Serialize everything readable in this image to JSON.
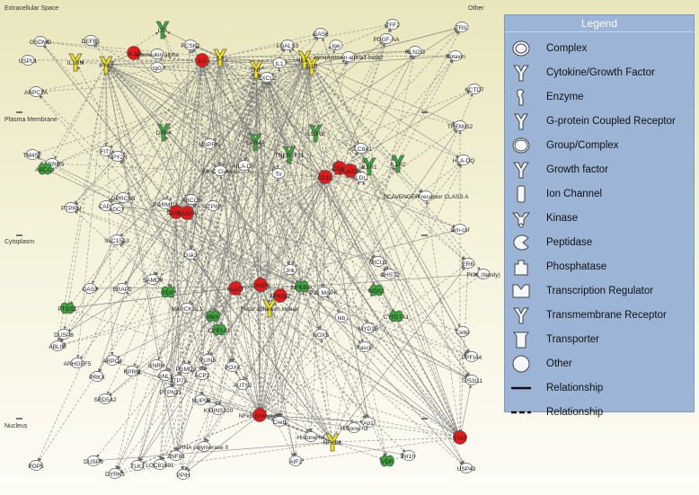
{
  "regions": {
    "extracellular": "Extracellular Space",
    "other": "Other",
    "plasma_membrane": "Plasma Membrane",
    "cytoplasm": "Cytoplasm",
    "nucleus": "Nucleus"
  },
  "legend": {
    "title": "Legend",
    "items": [
      {
        "label": "Complex",
        "icon": "complex-icon"
      },
      {
        "label": "Cytokine/Growth Factor",
        "icon": "cytokine-icon"
      },
      {
        "label": "Enzyme",
        "icon": "enzyme-icon"
      },
      {
        "label": "G-protein Coupled Receptor",
        "icon": "gpcr-icon"
      },
      {
        "label": "Group/Complex",
        "icon": "group-complex-icon"
      },
      {
        "label": "Growth factor",
        "icon": "growth-factor-icon"
      },
      {
        "label": "Ion Channel",
        "icon": "ion-channel-icon"
      },
      {
        "label": "Kinase",
        "icon": "kinase-icon"
      },
      {
        "label": "Peptidase",
        "icon": "peptidase-icon"
      },
      {
        "label": "Phosphatase",
        "icon": "phosphatase-icon"
      },
      {
        "label": "Transcription Regulator",
        "icon": "transcription-regulator-icon"
      },
      {
        "label": "Transmembrane Receptor",
        "icon": "transmembrane-receptor-icon"
      },
      {
        "label": "Transporter",
        "icon": "transporter-icon"
      },
      {
        "label": "Other",
        "icon": "other-icon"
      },
      {
        "label": "Relationship",
        "icon": "solid-line-icon"
      },
      {
        "label": "Relationship",
        "icon": "dashed-line-icon"
      }
    ]
  },
  "colors": {
    "upregulated": "#e31a1a",
    "highlighted": "#f2e21a",
    "downregulated": "#3aa83a",
    "neutral": "#ffffff",
    "edge": "#7a7a7a"
  },
  "nodes": [
    {
      "id": "TFF2",
      "label": "TFF2",
      "color": "white"
    },
    {
      "id": "TRIL",
      "label": "TRIL",
      "color": "white"
    },
    {
      "id": "GSDMD",
      "label": "GSDMD",
      "color": "white"
    },
    {
      "id": "DEFB1",
      "label": "DEFB1",
      "color": "white"
    },
    {
      "id": "LTA",
      "label": "LTA",
      "color": "green"
    },
    {
      "id": "PCSK2",
      "label": "PCSK2",
      "color": "white"
    },
    {
      "id": "GAS6",
      "label": "GAS6",
      "color": "white"
    },
    {
      "id": "PDGFAA",
      "label": "PDGF-AA",
      "color": "white"
    },
    {
      "id": "USPL1",
      "label": "USPL1",
      "color": "white"
    },
    {
      "id": "IL1RN",
      "label": "IL1RN",
      "color": "yellow"
    },
    {
      "id": "IFNG",
      "label": "IFNG",
      "color": "yellow"
    },
    {
      "id": "IL12",
      "label": "IL12",
      "color": "red"
    },
    {
      "id": "IL6",
      "label": "IL6",
      "color": "red"
    },
    {
      "id": "IL8",
      "label": "IL8",
      "color": "yellow"
    },
    {
      "id": "TNF",
      "label": "TNF",
      "color": "yellow"
    },
    {
      "id": "IL1",
      "label": "IL1",
      "color": "white"
    },
    {
      "id": "IL15",
      "label": "IL15",
      "color": "yellow"
    },
    {
      "id": "IL1B",
      "label": "IL1B",
      "color": "yellow"
    },
    {
      "id": "CXCL2",
      "label": "CXCL2",
      "color": "white"
    },
    {
      "id": "LGALS3",
      "label": "LGALS3",
      "color": "white"
    },
    {
      "id": "INTERLEUKIN",
      "label": "Interleukin alpha",
      "color": "white"
    },
    {
      "id": "IGG",
      "label": "IgG",
      "color": "white"
    },
    {
      "id": "IGE",
      "label": "Ige",
      "color": "white"
    },
    {
      "id": "LYMPHO",
      "label": "Lymphotoxin-alpha1-beta2",
      "color": "white"
    },
    {
      "id": "RLN2",
      "label": "RLN2/3",
      "color": "white"
    },
    {
      "id": "EOTAXIN",
      "label": "Eotaxin",
      "color": "white"
    },
    {
      "id": "ARPC1A",
      "label": "ARPC1A",
      "color": "white"
    },
    {
      "id": "KCTD7",
      "label": "KCTD7",
      "color": "white"
    },
    {
      "id": "THEMIS2",
      "label": "THEMIS2",
      "color": "white"
    },
    {
      "id": "TM4SF",
      "label": "TM4SF",
      "color": "white"
    },
    {
      "id": "DPP4",
      "label": "DPP4",
      "color": "green"
    },
    {
      "id": "CPR44",
      "label": "CPR44",
      "color": "green"
    },
    {
      "id": "IL10RB",
      "label": "IL10RB",
      "color": "green"
    },
    {
      "id": "TNFRSF11",
      "label": "TNFRSF11",
      "color": "green"
    },
    {
      "id": "SLC8A1",
      "label": "SLC8A1",
      "color": "white"
    },
    {
      "id": "IL1R1",
      "label": "IL1R1",
      "color": "green"
    },
    {
      "id": "IL1R2",
      "label": "IL1R2",
      "color": "green"
    },
    {
      "id": "HLADQ",
      "label": "HLA-DQ",
      "color": "white"
    },
    {
      "id": "FIT1",
      "label": "FIT1",
      "color": "white"
    },
    {
      "id": "NPY2R",
      "label": "NPY2R",
      "color": "white"
    },
    {
      "id": "MSPRN",
      "label": "MSPRN",
      "color": "white"
    },
    {
      "id": "SARRES",
      "label": "SARRES",
      "color": "white"
    },
    {
      "id": "ABCC4",
      "label": "ABCC4",
      "color": "green"
    },
    {
      "id": "MHCII",
      "label": "MHC Class II",
      "color": "white"
    },
    {
      "id": "HLADR",
      "label": "HLA-DR",
      "color": "white"
    },
    {
      "id": "TLR",
      "label": "Tlr",
      "color": "white"
    },
    {
      "id": "CD1C",
      "label": "CD1C",
      "color": "red"
    },
    {
      "id": "CD40",
      "label": "CD40",
      "color": "red"
    },
    {
      "id": "LDL",
      "label": "LDL",
      "color": "white"
    },
    {
      "id": "PLA2G4",
      "label": "PLA2G4",
      "color": "red"
    },
    {
      "id": "GPRC5B",
      "label": "GPRC5B",
      "color": "white"
    },
    {
      "id": "CAP2",
      "label": "CAP2",
      "color": "white"
    },
    {
      "id": "PGRMC1",
      "label": "PGRMC1",
      "color": "white"
    },
    {
      "id": "ABCC9",
      "label": "ABCC9",
      "color": "white"
    },
    {
      "id": "ATP8B",
      "label": "ATP8B",
      "color": "white"
    },
    {
      "id": "PTPRN",
      "label": "PTPRN",
      "color": "white"
    },
    {
      "id": "ADCY",
      "label": "ADCY",
      "color": "white"
    },
    {
      "id": "CASP1",
      "label": "CASP1",
      "color": "red"
    },
    {
      "id": "CASP4",
      "label": "CASP4",
      "color": "red"
    },
    {
      "id": "SCAVENGER",
      "label": "SCAVENGER receptor CLASS A",
      "color": "white"
    },
    {
      "id": "GMCSF",
      "label": "Gm-csf",
      "color": "white"
    },
    {
      "id": "GSK3",
      "label": "Gsk3",
      "color": "white"
    },
    {
      "id": "SLC15A3",
      "label": "SLC15A3",
      "color": "white"
    },
    {
      "id": "ERK",
      "label": "ERK",
      "color": "white"
    },
    {
      "id": "MICU1",
      "label": "MICU1",
      "color": "white"
    },
    {
      "id": "CHST2",
      "label": "CHST2",
      "color": "white"
    },
    {
      "id": "PI3K",
      "label": "PI3K (family)",
      "color": "white"
    },
    {
      "id": "OAS3",
      "label": "OAS3",
      "color": "white"
    },
    {
      "id": "ERAP2",
      "label": "ERAP2",
      "color": "white"
    },
    {
      "id": "SAMD9",
      "label": "SAMD9",
      "color": "white"
    },
    {
      "id": "PTGS1",
      "label": "PTGS1",
      "color": "green"
    },
    {
      "id": "PDP",
      "label": "PDP",
      "color": "green"
    },
    {
      "id": "MARCKSL1",
      "label": "MARCKSL1",
      "color": "white"
    },
    {
      "id": "HSP27",
      "label": "Hsp27",
      "color": "red"
    },
    {
      "id": "CASP8",
      "label": "CASP8",
      "color": "red"
    },
    {
      "id": "JNK",
      "label": "Jnk",
      "color": "white"
    },
    {
      "id": "NFKBIA",
      "label": "NFKBIA",
      "color": "green"
    },
    {
      "id": "NFKBIZ",
      "label": "NFKBIZ",
      "color": "red"
    },
    {
      "id": "FOCAL",
      "label": "Focal adhesion kinase",
      "color": "yellow"
    },
    {
      "id": "P38",
      "label": "P38 MAPK",
      "color": "white"
    },
    {
      "id": "NOS2",
      "label": "NOS2",
      "color": "green"
    },
    {
      "id": "CYP27A1",
      "label": "CYP27A1",
      "color": "green"
    },
    {
      "id": "CYP1A1",
      "label": "CYP1A1",
      "color": "green"
    },
    {
      "id": "BMX",
      "label": "BMX",
      "color": "green"
    },
    {
      "id": "CEBP",
      "label": "Cebp",
      "color": "white"
    },
    {
      "id": "DUSP8",
      "label": "DUSP8",
      "color": "white"
    },
    {
      "id": "ABLIM",
      "label": "ABLIM",
      "color": "white"
    },
    {
      "id": "NOX5",
      "label": "NOX5",
      "color": "white"
    },
    {
      "id": "IKB",
      "label": "Ikb",
      "color": "white"
    },
    {
      "id": "MYD1E",
      "label": "MYD1E",
      "color": "white"
    },
    {
      "id": "PPFIA4",
      "label": "PPFIA4",
      "color": "white"
    },
    {
      "id": "ARHGEF5",
      "label": "ARHGEF5",
      "color": "white"
    },
    {
      "id": "ARPC4",
      "label": "ARPC4",
      "color": "white"
    },
    {
      "id": "PRKX",
      "label": "PRKX",
      "color": "white"
    },
    {
      "id": "RPRM",
      "label": "RPRM",
      "color": "white"
    },
    {
      "id": "GNRH",
      "label": "GNRH",
      "color": "white"
    },
    {
      "id": "PSMD3",
      "label": "PSMD3",
      "color": "white"
    },
    {
      "id": "ACP2",
      "label": "ACP2",
      "color": "white"
    },
    {
      "id": "PLIN3",
      "label": "PLIN3",
      "color": "white"
    },
    {
      "id": "POXK",
      "label": "POXK",
      "color": "white"
    },
    {
      "id": "PASCIN",
      "label": "Pascin",
      "color": "white"
    },
    {
      "id": "ATP7A",
      "label": "ATP7A",
      "color": "white"
    },
    {
      "id": "GNLY",
      "label": "GNLY",
      "color": "white"
    },
    {
      "id": "AUTS2",
      "label": "AUTS2",
      "color": "white"
    },
    {
      "id": "TP53I11",
      "label": "TP53I11",
      "color": "white"
    },
    {
      "id": "SRD5A2",
      "label": "SRD5A2",
      "color": "white"
    },
    {
      "id": "PTPN21",
      "label": "PTPN21",
      "color": "white"
    },
    {
      "id": "NUP98",
      "label": "NUP98",
      "color": "white"
    },
    {
      "id": "KIDINS220",
      "label": "KIDINS220",
      "color": "white"
    },
    {
      "id": "NFKB",
      "label": "NFkB (complex)",
      "color": "red"
    },
    {
      "id": "CREB",
      "label": "Creb",
      "color": "white"
    },
    {
      "id": "NFKB1",
      "label": "NFKB1",
      "color": "yellow"
    },
    {
      "id": "AP1",
      "label": "Ap1",
      "color": "white"
    },
    {
      "id": "H3",
      "label": "Histone h3",
      "color": "white"
    },
    {
      "id": "H4",
      "label": "Histone h4",
      "color": "white"
    },
    {
      "id": "STAT",
      "label": "STAT",
      "color": "red"
    },
    {
      "id": "POP5",
      "label": "POP5",
      "color": "white"
    },
    {
      "id": "DUSP9",
      "label": "DUSP9",
      "color": "white"
    },
    {
      "id": "DYRK3",
      "label": "DYRK3",
      "color": "white"
    },
    {
      "id": "TLK1",
      "label": "TLK1",
      "color": "white"
    },
    {
      "id": "LOC81691",
      "label": "LOC81691",
      "color": "white"
    },
    {
      "id": "ZNF81",
      "label": "ZNF81",
      "color": "white"
    },
    {
      "id": "RNAPOL",
      "label": "RNA polymerase II",
      "color": "white"
    },
    {
      "id": "PPIH",
      "label": "PPIH",
      "color": "white"
    },
    {
      "id": "AIF1",
      "label": "AIF1",
      "color": "white"
    },
    {
      "id": "VDR",
      "label": "VDR",
      "color": "green"
    },
    {
      "id": "NR1H",
      "label": "Nr1h",
      "color": "white"
    },
    {
      "id": "USP43",
      "label": "USP43",
      "color": "white"
    }
  ]
}
